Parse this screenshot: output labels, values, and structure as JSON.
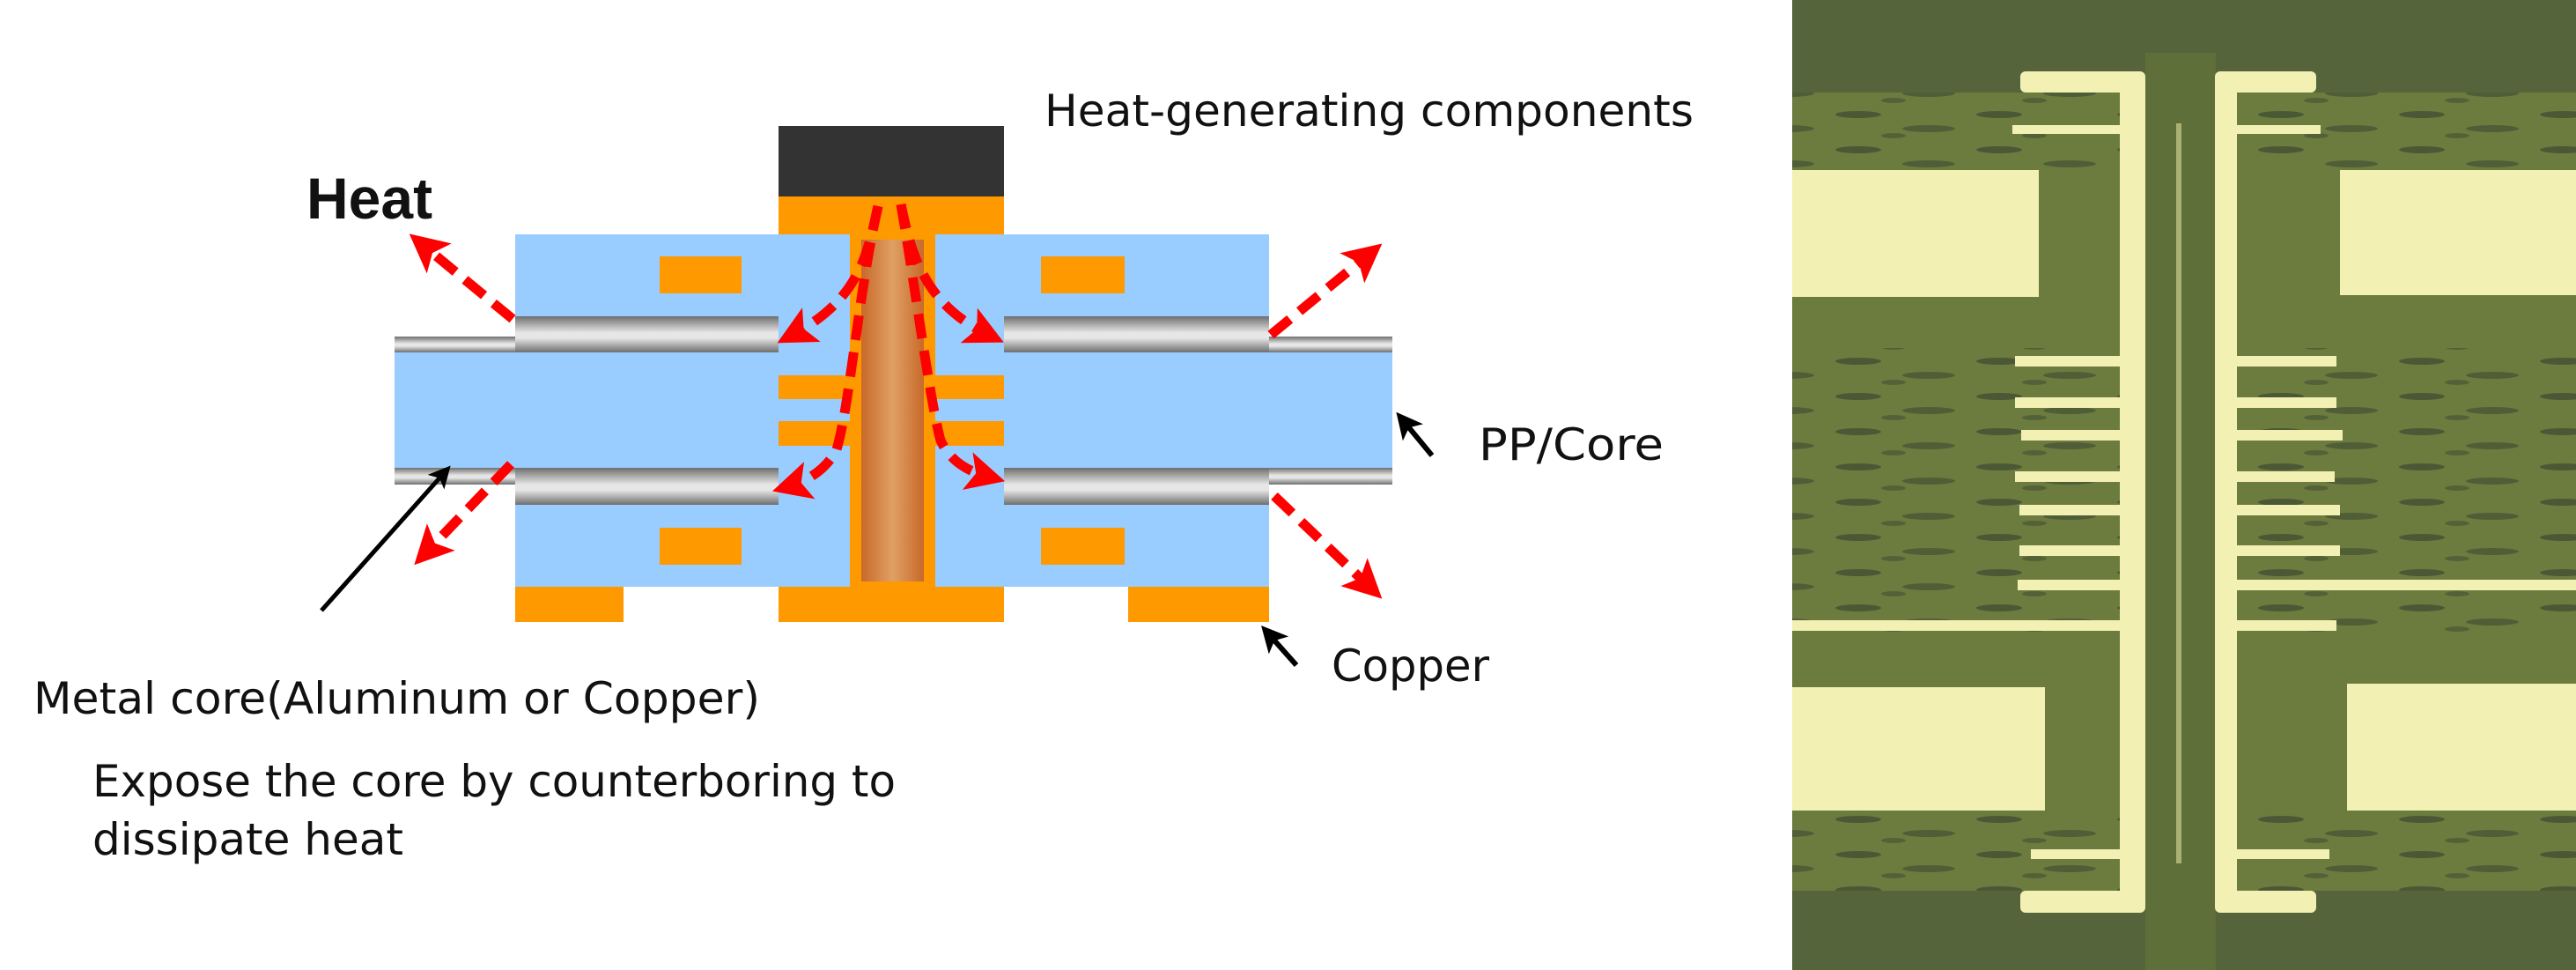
{
  "diagram": {
    "title": "Metal core PCB heat dissipation cross-section",
    "labels": {
      "heat": "Heat",
      "heat_generating_components": "Heat-generating components",
      "pp_core": "PP/Core",
      "copper": "Copper",
      "metal_core": "Metal core(Aluminum or Copper)",
      "counterbore_note_line1": "Expose the core by counterboring to",
      "counterbore_note_line2": "dissipate heat"
    },
    "colors": {
      "heat": "#ff0000",
      "dielectric": "#99ccff",
      "copper": "#ff9900",
      "component": "#333333",
      "via_fill": "#dc9a5a",
      "metal_core_dark": "#6e6e6e",
      "metal_core_light": "#e6e6e6",
      "pointer": "#000000"
    },
    "layers": [
      "Component",
      "Copper pad",
      "PP/Core (top)",
      "Metal core (top)",
      "PP/Core (core)",
      "Metal core (bottom)",
      "PP/Core (bottom)",
      "Copper pads (bottom)"
    ],
    "heat_flow_arrows": [
      "upper-left",
      "lower-left",
      "upper-right",
      "lower-right",
      "via-to-upper-core-left",
      "via-to-upper-core-right",
      "via-to-lower-core-left",
      "via-to-lower-core-right"
    ]
  },
  "photo": {
    "description": "Cross-section micrograph of plated through-hole in multilayer board",
    "colors": {
      "resin_dark": "#55643a",
      "resin": "#6c7c3f",
      "copper_plating": "#f3f0b4",
      "fiber_dark": "#2f3a2e"
    },
    "inner_trace_count_per_side": 10
  }
}
